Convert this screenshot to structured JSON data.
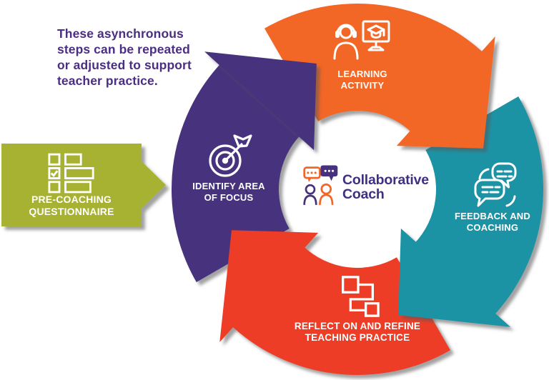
{
  "background": "#ffffff",
  "shadow_color": "#555555",
  "note": {
    "color": "#4b2e83",
    "lines": [
      "These asynchronous",
      "steps can be repeated",
      "or adjusted to support",
      "teacher practice."
    ]
  },
  "pre_step": {
    "color": "#a8b232",
    "icon": "checklist-icon",
    "label_lines": [
      "PRE-COACHING",
      "QUESTIONNAIRE"
    ]
  },
  "cycle": {
    "direction": "clockwise",
    "steps": [
      {
        "id": "identify-area-of-focus",
        "color": "#46317e",
        "icon": "target-dart-icon",
        "label_lines": [
          "IDENTIFY AREA",
          "OF FOCUS"
        ]
      },
      {
        "id": "learning-activity",
        "color": "#f26627",
        "icon": "online-learning-icon",
        "label_lines": [
          "LEARNING",
          "ACTIVITY"
        ]
      },
      {
        "id": "feedback-and-coaching",
        "color": "#1b93a5",
        "icon": "chat-bubbles-icon",
        "label_lines": [
          "FEEDBACK AND",
          "COACHING"
        ]
      },
      {
        "id": "reflect-and-refine",
        "color": "#ee3e26",
        "icon": "connected-squares-icon",
        "label_lines": [
          "REFLECT ON AND REFINE",
          "TEACHING PRACTICE"
        ]
      }
    ]
  },
  "logo": {
    "name_line1": "Collaborative",
    "name_line2": "Coach",
    "text_color": "#413080",
    "colors": {
      "orange": "#f26627",
      "purple": "#46317e"
    }
  }
}
